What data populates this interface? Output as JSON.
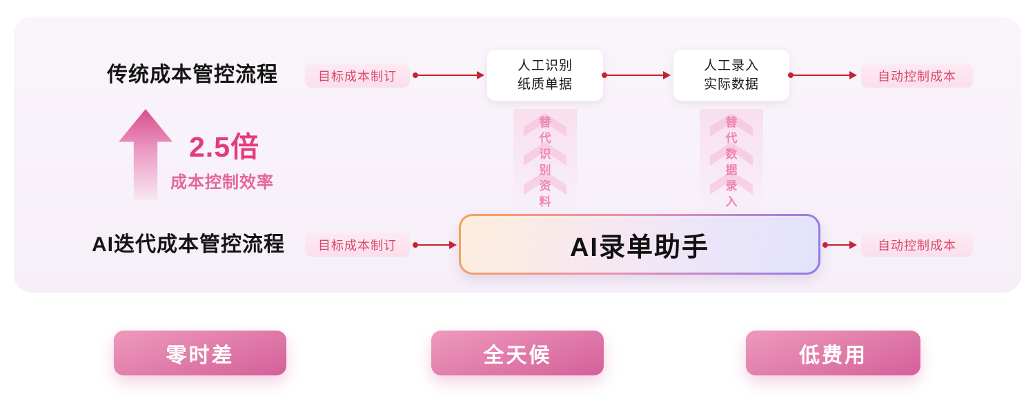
{
  "panel": {
    "traditional": {
      "title": "传统成本管控流程",
      "pill_start": "目标成本制订",
      "box1": {
        "line1": "人工识别",
        "line2": "纸质单据"
      },
      "box2": {
        "line1": "人工录入",
        "line2": "实际数据"
      },
      "pill_end": "自动控制成本"
    },
    "metric": {
      "value": "2.5倍",
      "label": "成本控制效率"
    },
    "replace": {
      "col1": "替代识别资料",
      "col2": "替代数据录入"
    },
    "ai": {
      "title": "AI迭代成本管控流程",
      "pill_start": "目标成本制订",
      "center_label": "AI录单助手",
      "pill_end": "自动控制成本"
    }
  },
  "badges": [
    {
      "label": "零时差"
    },
    {
      "label": "全天候"
    },
    {
      "label": "低费用"
    }
  ],
  "colors": {
    "arrow_red": "#c62233",
    "accent_pink": "#e23d7b",
    "pill_text": "#d9486b",
    "pill_bg": "#fbe3ee",
    "panel_bg": "#f9f3fa",
    "badge_gradient_start": "#ee9abc",
    "badge_gradient_end": "#d4609a",
    "ai_border_start": "#f2a259",
    "ai_border_end": "#8d7ae9"
  }
}
